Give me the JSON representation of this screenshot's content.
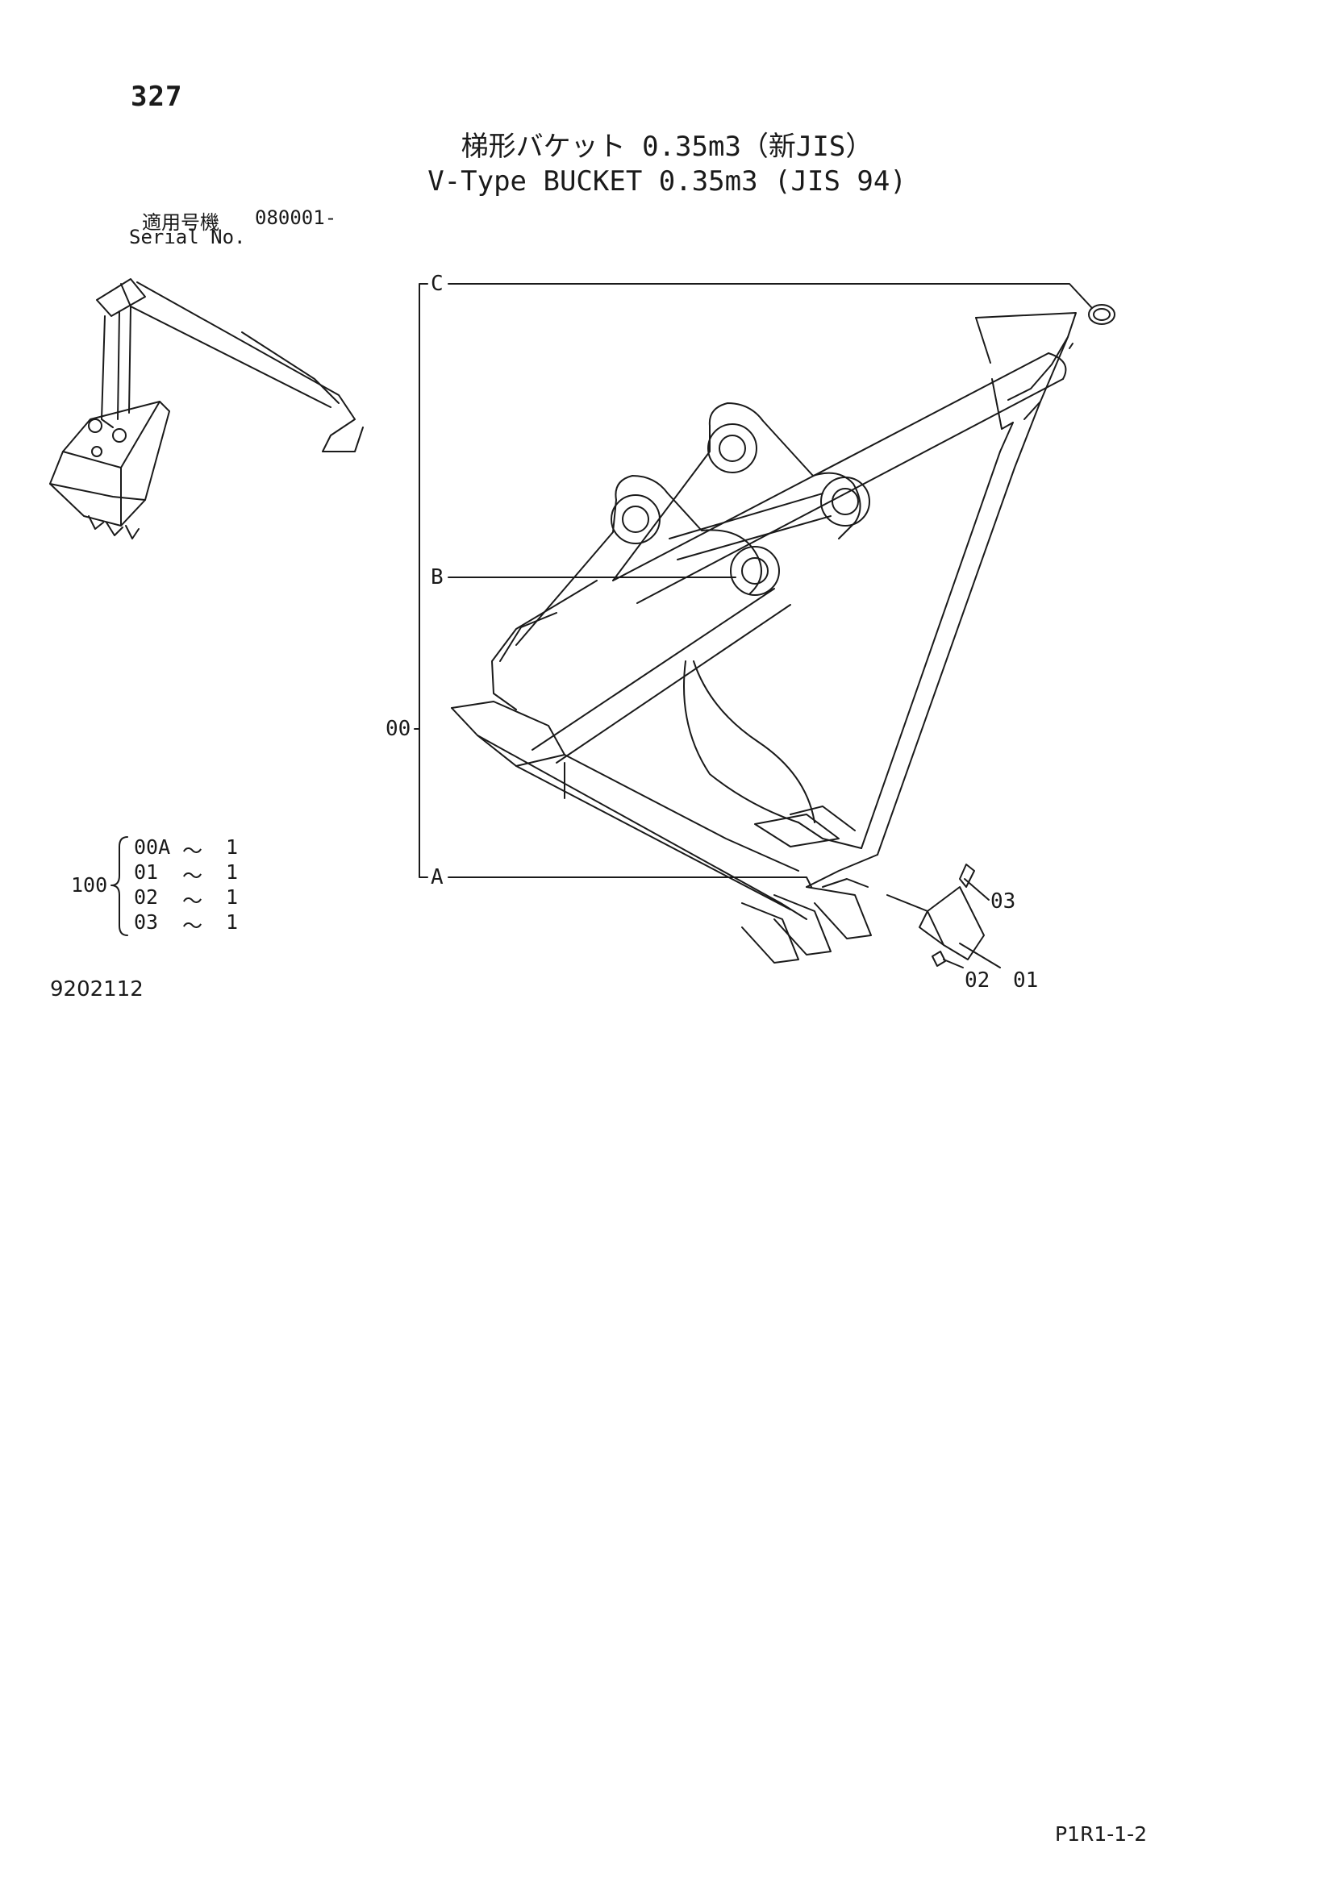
{
  "page_number": "327",
  "title_jp": "梯形バケット 0.35m3（新JIS）",
  "title_en": "V-Type BUCKET 0.35m3 (JIS 94)",
  "serial": {
    "label_jp": "適用号機",
    "label_en": "Serial No.",
    "value": "080001-"
  },
  "callouts": {
    "c": "C",
    "b": "B",
    "a": "A",
    "p00": "00",
    "p01": "01",
    "p02": "02",
    "p03": "03"
  },
  "parts_list": {
    "assembly": "100",
    "items": [
      {
        "part": "00A",
        "sep": "～",
        "qty": "1"
      },
      {
        "part": "01",
        "sep": "～",
        "qty": "1"
      },
      {
        "part": "02",
        "sep": "～",
        "qty": "1"
      },
      {
        "part": "03",
        "sep": "～",
        "qty": "1"
      }
    ]
  },
  "figure_code": "9202112",
  "page_code": "P1R1-1-2"
}
